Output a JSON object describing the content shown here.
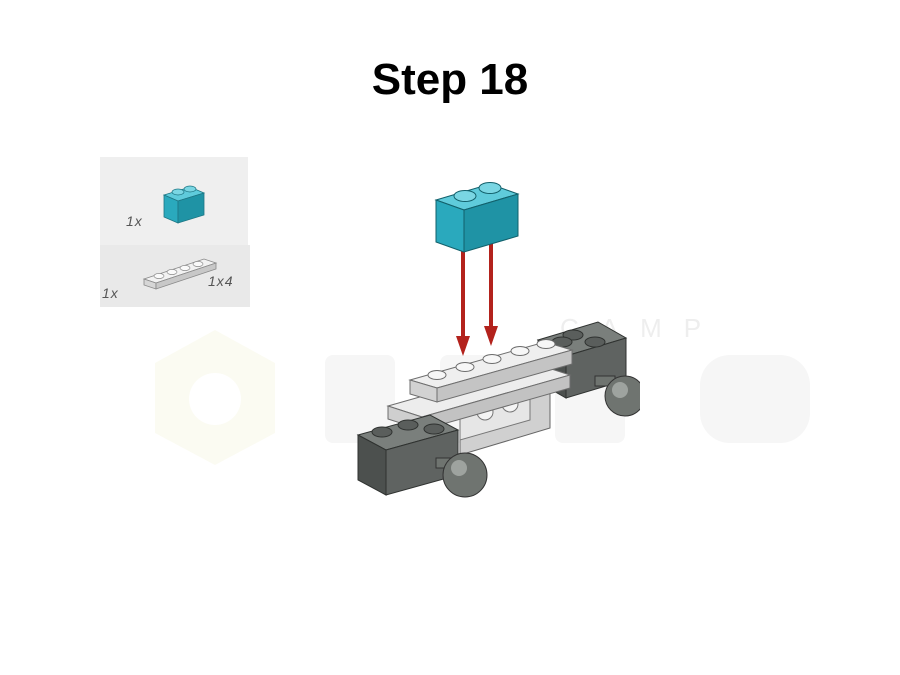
{
  "title": "Step 18",
  "parts_list": [
    {
      "quantity": "1x",
      "part": "2x1 brick",
      "color": "#2aa9bd"
    },
    {
      "quantity": "1x",
      "part": "1x4 plate",
      "size": "1x4",
      "color": "#e4e4e4"
    }
  ],
  "watermark": {
    "text": "CAMP"
  },
  "model_colors": {
    "new_brick": "#2aa9bd",
    "dark_bricks": "#5a5e5c",
    "light_plates": "#e2e2e2",
    "arrows": "#b3221c",
    "wheels": "#6f7470"
  }
}
